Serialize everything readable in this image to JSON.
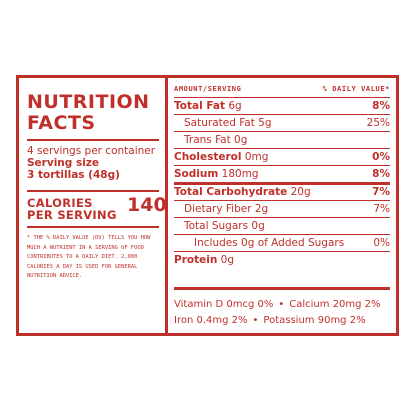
{
  "title": [
    "NUTRITION",
    "FACTS"
  ],
  "servings_per_container": "4 servings per container",
  "serving_size_label": "Serving size",
  "serving_size_value": "3 tortillas (48g)",
  "calories_label": [
    "CALORIES",
    "PER SERVING"
  ],
  "calories_value": "140",
  "footnote": "* The % Daily Value (DV) tells you how much a nutrient in a serving of food contributes to a daily diet. 2,000 calories a day is used for general nutrition advice.",
  "header": {
    "left": "AMOUNT/SERVING",
    "right": "% DAILY VALUE*"
  },
  "nutrients": [
    {
      "name": "Total Fat",
      "amount": "6g",
      "dv": "8%",
      "bold": true,
      "indent": 0,
      "thick": false
    },
    {
      "name": "Saturated Fat",
      "amount": "5g",
      "dv": "25%",
      "bold": false,
      "indent": 1,
      "thick": false
    },
    {
      "name": "Trans Fat",
      "amount": "0g",
      "dv": "",
      "bold": false,
      "indent": 1,
      "thick": false
    },
    {
      "name": "Cholesterol",
      "amount": "0mg",
      "dv": "0%",
      "bold": true,
      "indent": 0,
      "thick": false
    },
    {
      "name": "Sodium",
      "amount": "180mg",
      "dv": "8%",
      "bold": true,
      "indent": 0,
      "thick": false
    },
    {
      "name": "Total Carbohydrate",
      "amount": "20g",
      "dv": "7%",
      "bold": true,
      "indent": 0,
      "thick": true
    },
    {
      "name": "Dietary Fiber",
      "amount": "2g",
      "dv": "7%",
      "bold": false,
      "indent": 1,
      "thick": false
    },
    {
      "name": "Total Sugars",
      "amount": "0g",
      "dv": "",
      "bold": false,
      "indent": 1,
      "thick": false
    },
    {
      "name": "Includes 0g of Added Sugars",
      "amount": "",
      "dv": "0%",
      "bold": false,
      "indent": 2,
      "thick": false
    },
    {
      "name": "Protein",
      "amount": "0g",
      "dv": "",
      "bold": true,
      "indent": 0,
      "thick": false
    }
  ],
  "minerals": [
    [
      "Vitamin D 0mcg 0%",
      "Calcium 20mg 2%"
    ],
    [
      "Iron 0.4mg 2%",
      "Potassium 90mg 2%"
    ]
  ],
  "colors": {
    "accent": "#c0302a",
    "background": "#ffffff"
  }
}
